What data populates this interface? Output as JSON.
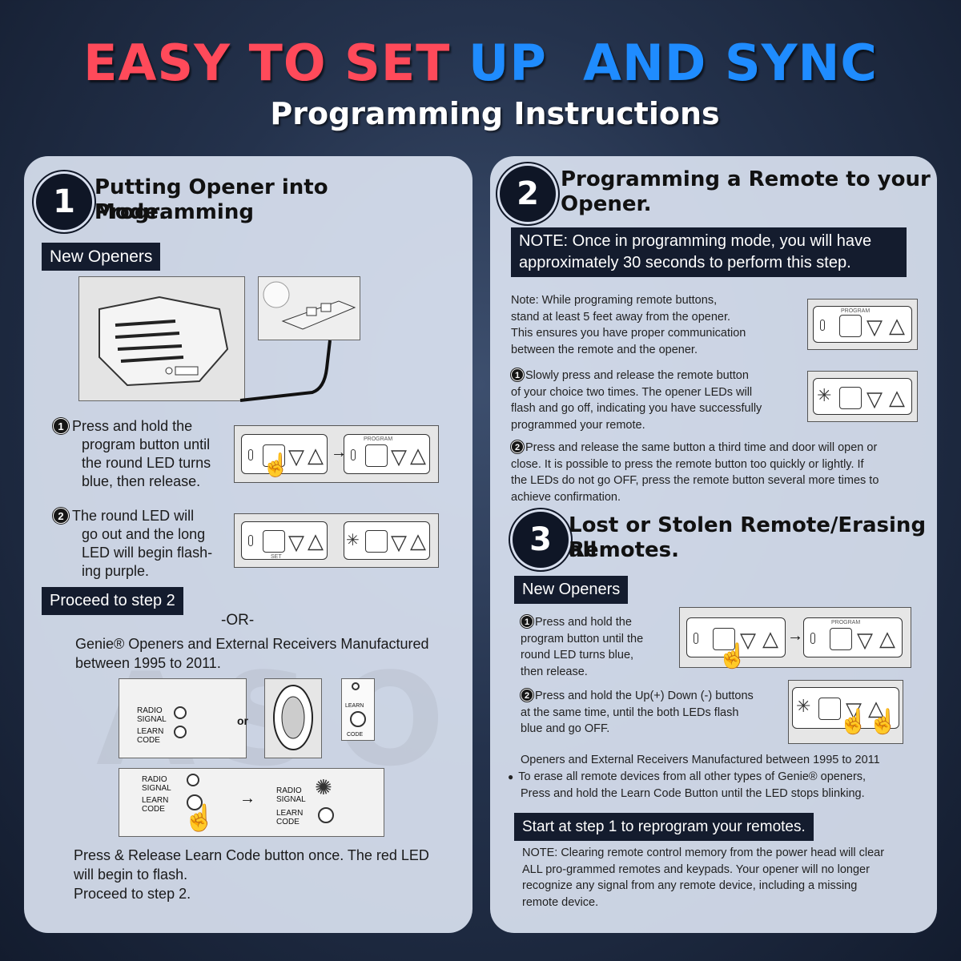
{
  "header": {
    "title_part1": "EASY TO SET ",
    "title_part2": "UP",
    "title_part3": "AND SYNC",
    "subtitle": "Programming Instructions"
  },
  "colors": {
    "red": "#ff4a5a",
    "blue": "#1f8cff",
    "dark": "#141c2e",
    "panel": "#dee6f4"
  },
  "watermark": "ASONPAO",
  "left": {
    "step_number": "1",
    "step_title_1": "Putting Opener into Programming",
    "step_title_2": "Mode.",
    "new_openers": "New Openers",
    "item1_num": "1",
    "item1": [
      "Press and hold the",
      "program button until",
      "the round LED turns",
      "blue, then release."
    ],
    "item2_num": "2",
    "item2": [
      "The round LED will",
      "go out and the long",
      "LED will begin flash-",
      "ing purple."
    ],
    "proceed": "Proceed to step 2",
    "or": "-OR-",
    "genie_1": "Genie® Openers and External Receivers Manufactured",
    "genie_2": "between 1995 to 2011.",
    "or_small": "or",
    "radio_signal": "RADIO\nSIGNAL",
    "learn_code": "LEARN\nCODE",
    "learn": "LEARN",
    "code": "CODE",
    "final_1": "Press & Release Learn Code button once. The red LED",
    "final_2": "will begin to flash.",
    "final_3": "Proceed to step 2."
  },
  "right": {
    "step2_number": "2",
    "step2_title_1": "Programming a Remote to your",
    "step2_title_2": "Opener.",
    "note_1": "NOTE: Once in programming mode, you will have",
    "note_2": "approximately 30 seconds to perform this step.",
    "note_small": [
      "Note: While programing remote buttons,",
      "stand at least 5 feet away from the opener.",
      "This ensures you have proper communication",
      "between the remote and the opener."
    ],
    "s2_item1_num": "1",
    "s2_item1": [
      "Slowly press and release the remote button",
      "of your choice two times. The opener LEDs will",
      "flash and go off, indicating you have successfully",
      "programmed your remote."
    ],
    "s2_item2_num": "2",
    "s2_item2": [
      "Press and release the same button a third time and door will open or",
      "close. It is possible to press the remote button too quickly or lightly. If",
      "the LEDs do not go OFF, press the remote button several more times to",
      "achieve confirmation."
    ],
    "step3_number": "3",
    "step3_title_1": "Lost or Stolen Remote/Erasing all",
    "step3_title_2": "Remotes.",
    "new_openers": "New Openers",
    "s3_item1_num": "1",
    "s3_item1": [
      "Press and hold the",
      "program button until the",
      "round LED turns blue,",
      "then release."
    ],
    "s3_item2_num": "2",
    "s3_item2": [
      "Press and hold the Up(+) Down (-) buttons",
      "at the same time, until the both LEDs flash",
      "blue and go OFF."
    ],
    "older_1": "Openers and External Receivers Manufactured between 1995 to 2011",
    "older_2": "To erase all remote devices from all other types of Genie® openers,",
    "older_3": "Press and hold the Learn Code Button until the LED stops blinking.",
    "start_again": "Start at step 1 to reprogram your remotes.",
    "final_note": [
      "NOTE: Clearing remote control memory from the power head will clear",
      "ALL pro-grammed remotes and keypads. Your opener will no longer",
      "recognize any signal from any remote device, including a missing",
      "remote device."
    ]
  },
  "remote_labels": {
    "program": "PROGRAM",
    "set": "SET",
    "minus": "−",
    "plus": "+"
  }
}
